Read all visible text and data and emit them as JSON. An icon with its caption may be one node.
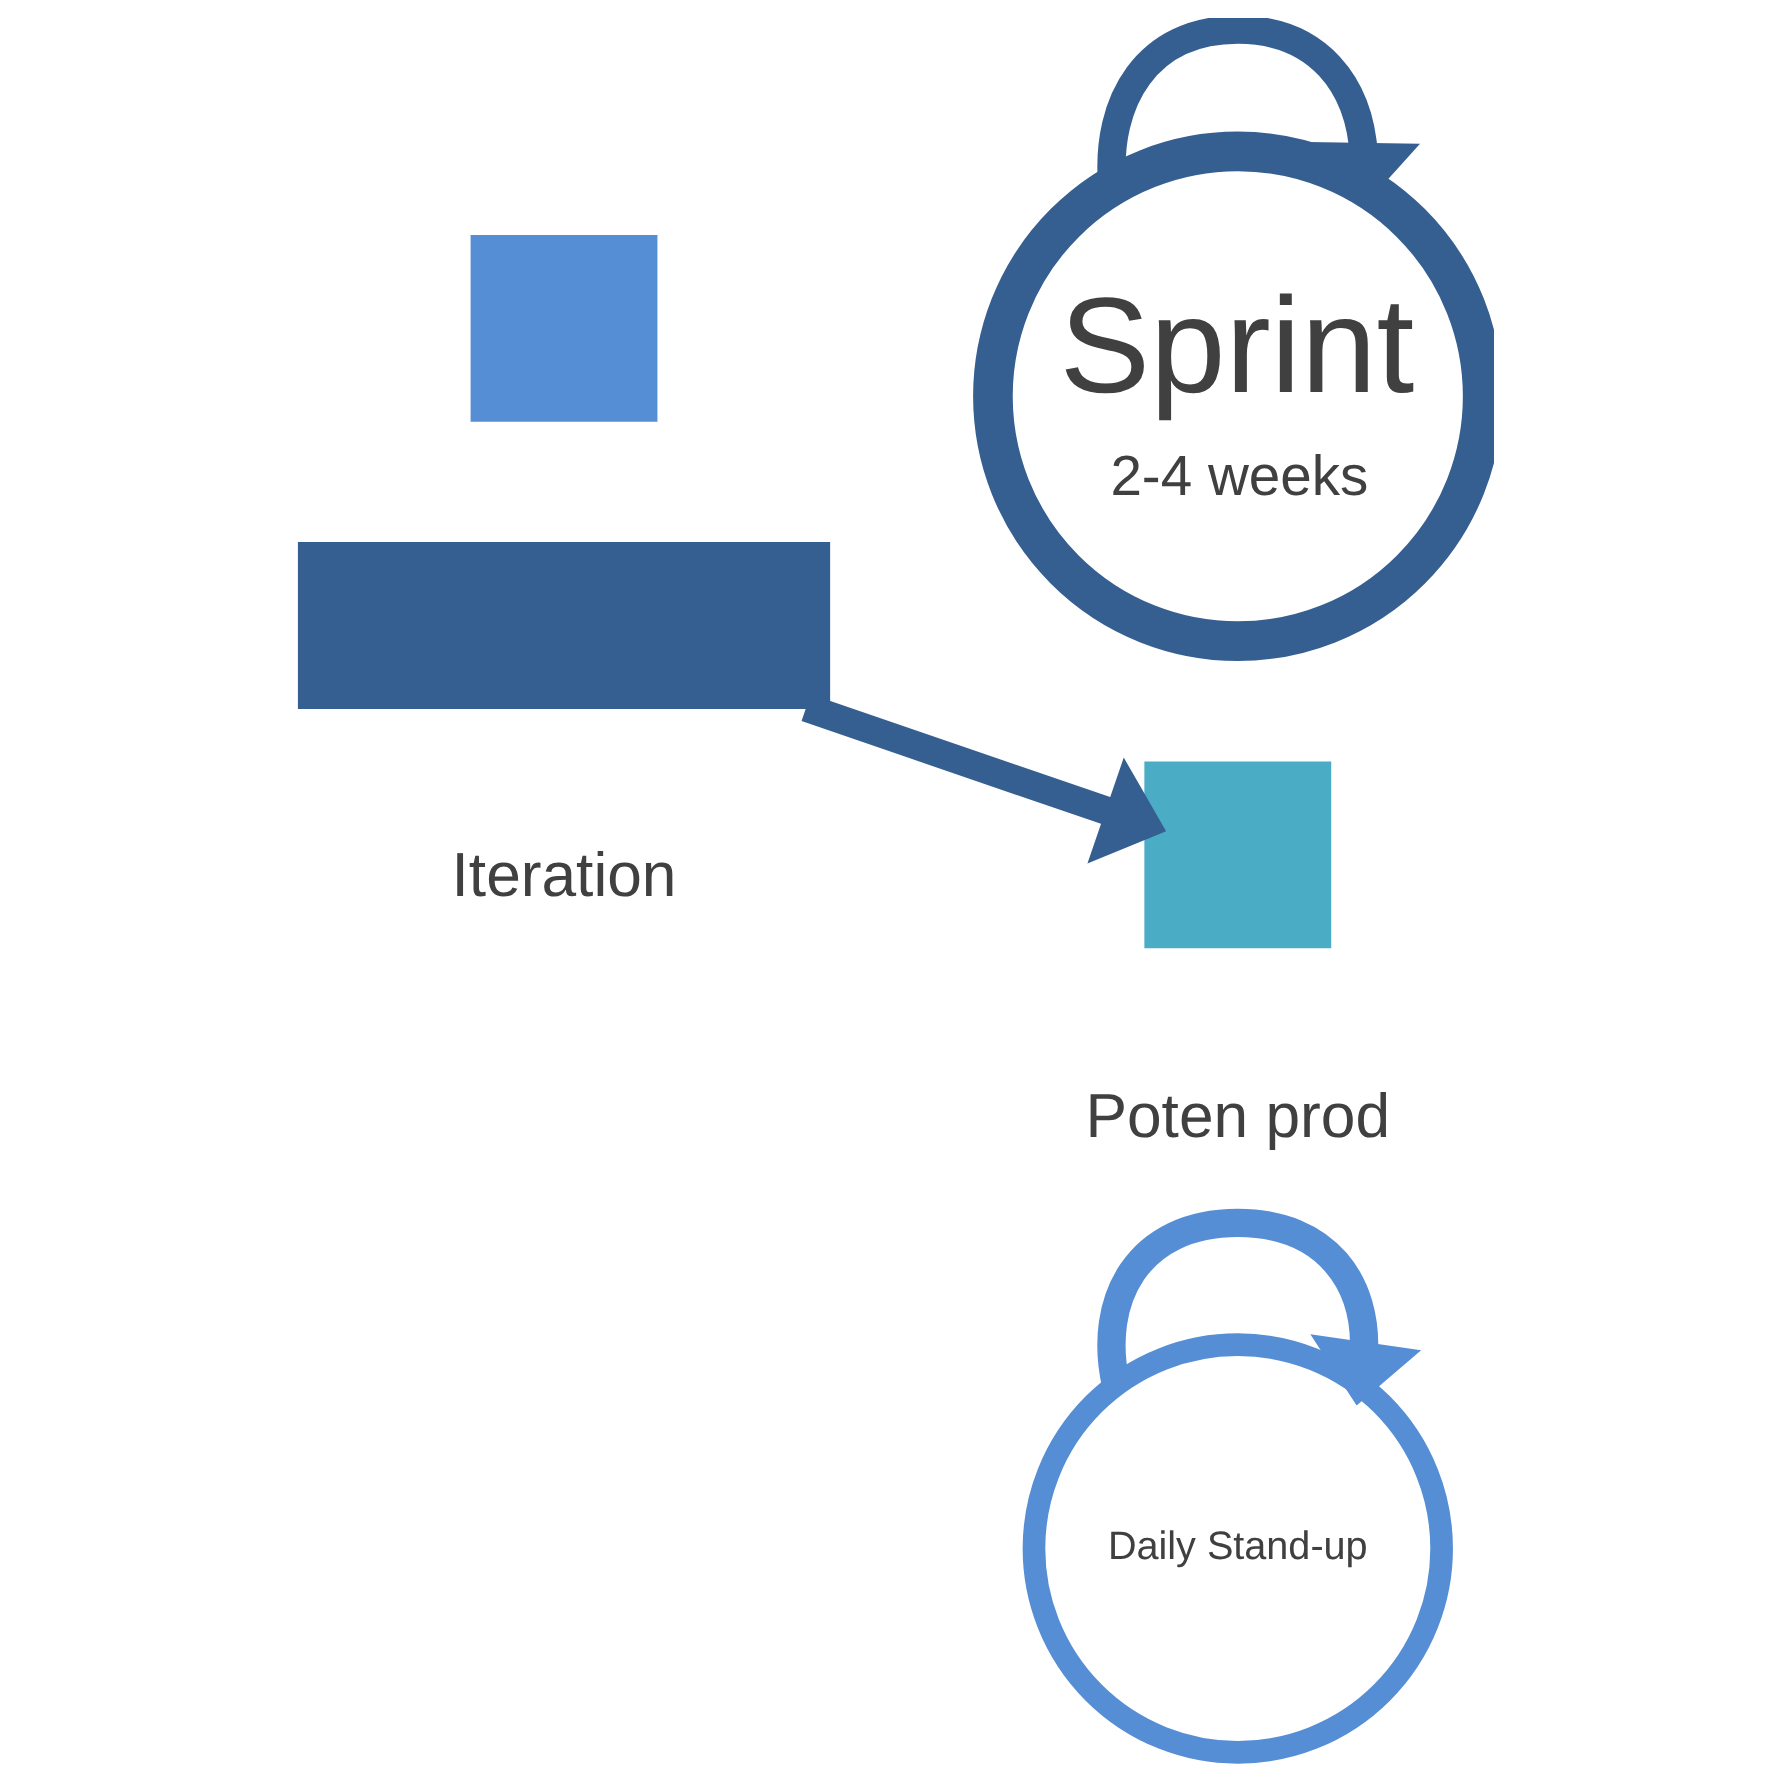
{
  "diagram": {
    "nodes": [
      {
        "text": [],
        "shape": "box"
      },
      {
        "text": [],
        "shape": "bar",
        "beside": [
          "Iteration"
        ]
      },
      {
        "text": [
          "Sprint",
          "2-4 weeks"
        ]
      },
      {
        "text": [
          "Daily Stand-up"
        ]
      },
      {
        "text": [],
        "shape": "box",
        "beside": [
          "Poten prod"
        ]
      }
    ],
    "edges": [
      {
        "from": 3,
        "to": 3,
        "arrow": "to",
        "color": "#558ed5"
      },
      {
        "from": 2,
        "to": 2,
        "arrow": "to"
      },
      {
        "from": 1,
        "to": 4,
        "arrow": "to"
      }
    ]
  }
}
